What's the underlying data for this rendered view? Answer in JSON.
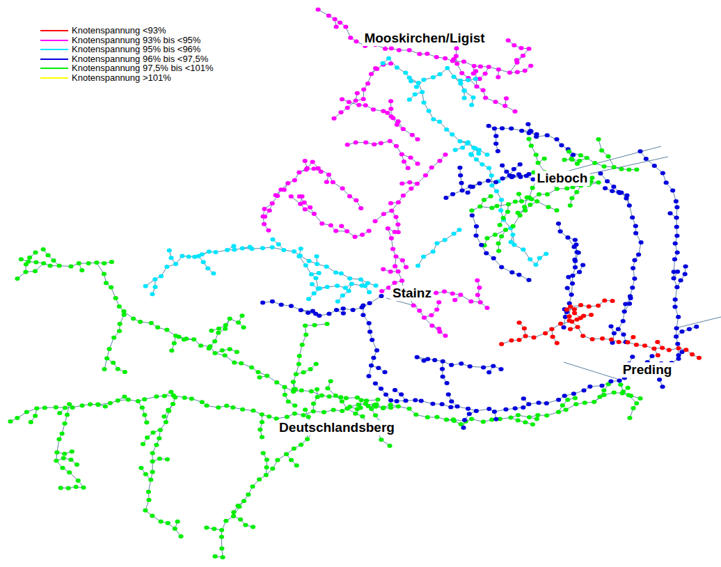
{
  "diagram": {
    "labels": [
      "Mooskirchen/Ligist",
      "Lieboch",
      "Stainz",
      "Preding",
      "Deutschlandsberg"
    ],
    "legend": [
      {
        "text": "Knotenspannung <93%",
        "color": "#ff0000"
      },
      {
        "text": "Knotenspannung 93% bis <95%",
        "color": "#ff00ff"
      },
      {
        "text": "Knotenspannung 95% bis <96%",
        "color": "#00e5ff"
      },
      {
        "text": "Knotenspannung 96% bis <97,5%",
        "color": "#0000dd"
      },
      {
        "text": "Knotenspannung 97,5% bis <101%",
        "color": "#00ee00"
      },
      {
        "text": "Knotenspannung >101%",
        "color": "#ffff00"
      }
    ]
  }
}
